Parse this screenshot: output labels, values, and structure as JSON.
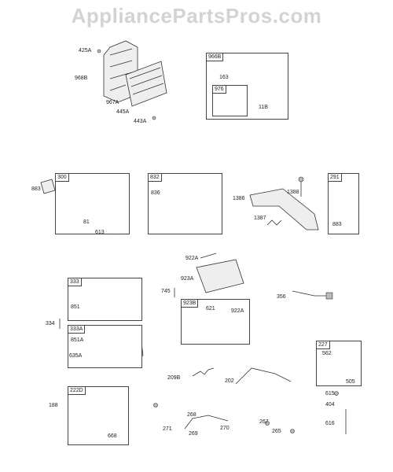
{
  "watermark": "AppliancePartsPros.com",
  "boxes": {
    "b966B": "966B",
    "b976": "976",
    "b300": "300",
    "b832": "832",
    "b291": "291",
    "b333": "333",
    "b333A": "333A",
    "b923B": "923B",
    "b227": "227",
    "b222D": "222D"
  },
  "labels": {
    "l425A": "425A",
    "l968B": "968B",
    "l967A": "967A",
    "l445A": "445A",
    "l443A": "443A",
    "l163": "163",
    "l11B": "11B",
    "l883a": "883",
    "l81": "81",
    "l613": "613",
    "l836": "836",
    "l1388": "1388",
    "l1386": "1386",
    "l1387": "1387",
    "l883b": "883",
    "l922A": "922A",
    "l923A": "923A",
    "l745": "745",
    "l356": "356",
    "l851": "851",
    "l334": "334",
    "l851A": "851A",
    "l635A": "635A",
    "l621": "621",
    "l922Ab": "922A",
    "l562": "562",
    "l505": "505",
    "l615": "615",
    "l404": "404",
    "l616": "616",
    "l209B": "209B",
    "l202": "202",
    "l188": "188",
    "l668": "668",
    "l268": "268",
    "l271": "271",
    "l269": "269",
    "l270": "270",
    "l267": "267",
    "l265": "265"
  }
}
